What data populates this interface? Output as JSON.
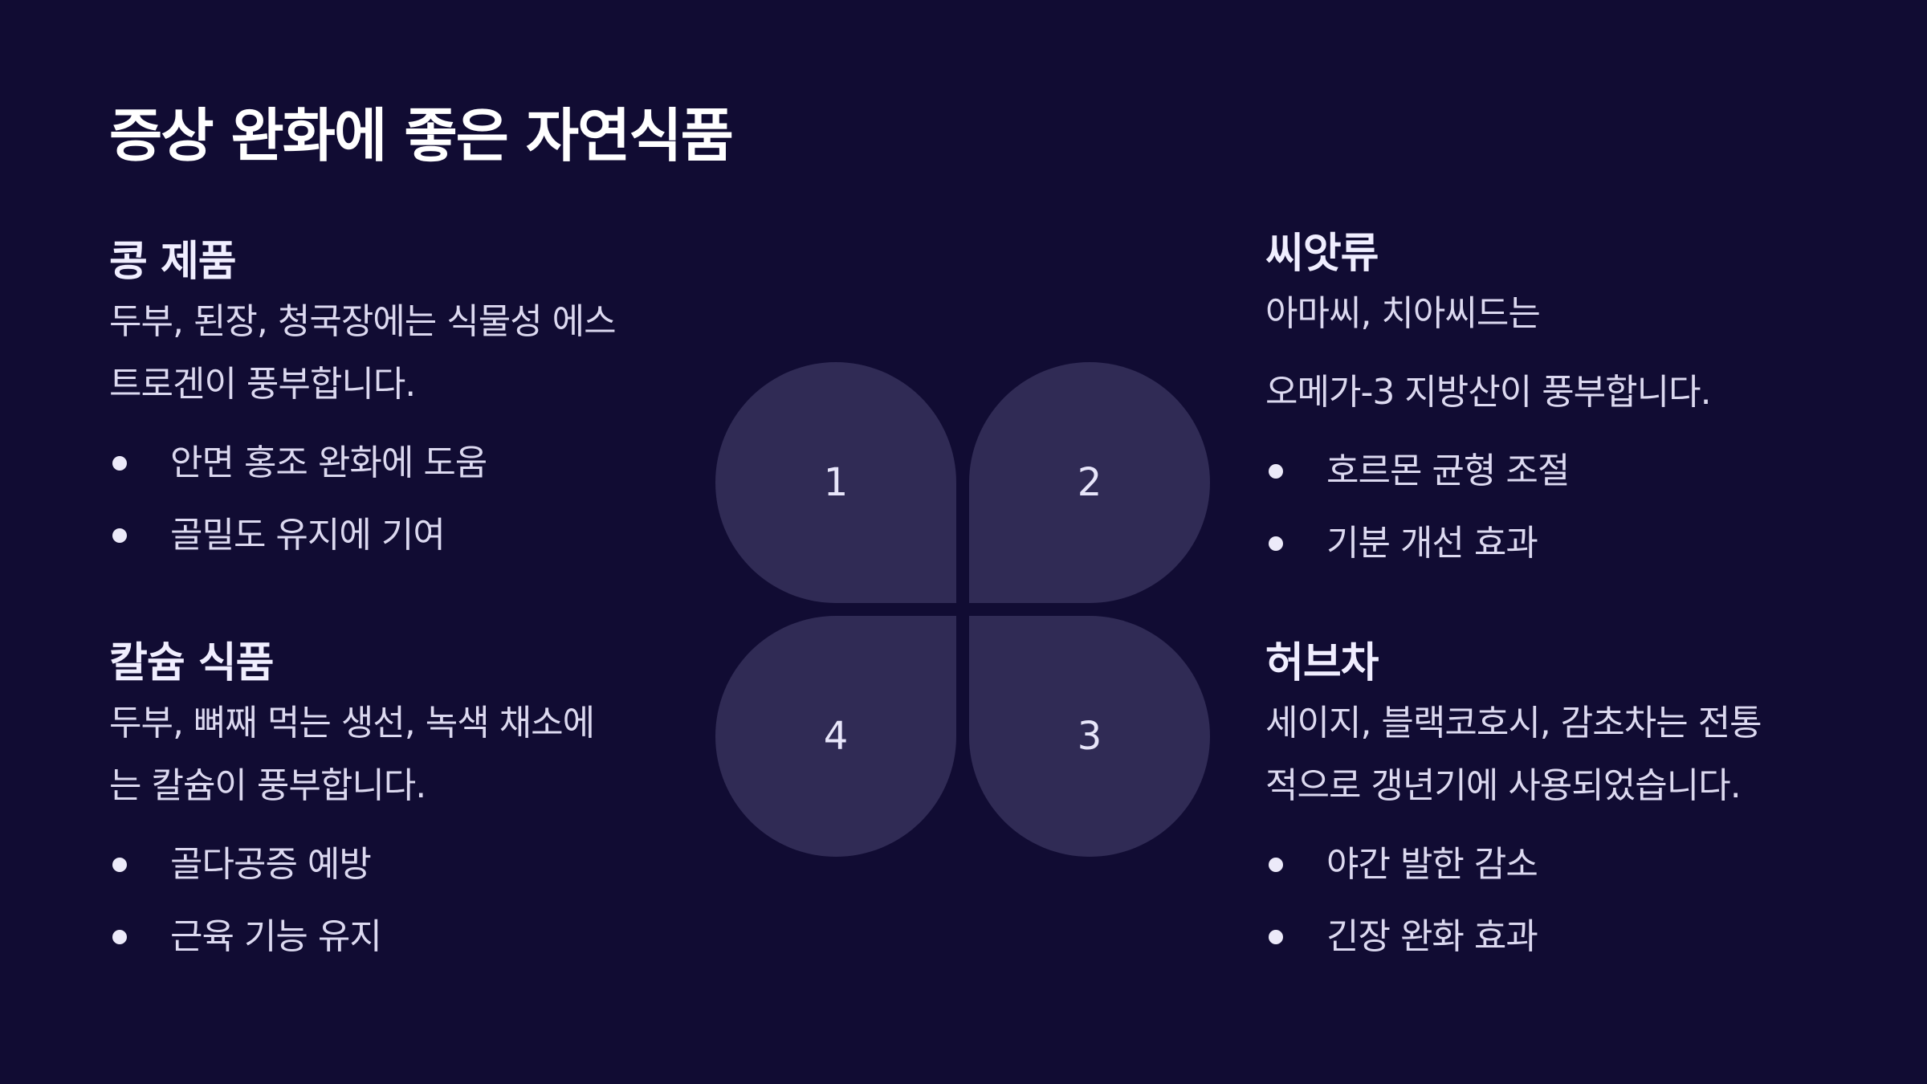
{
  "title": "증상 완화에 좋은 자연식품",
  "sections": {
    "soy": {
      "heading": "콩 제품",
      "desc": [
        "두부, 된장, 청국장에는 식물성 에스",
        "트로겐이 풍부합니다."
      ],
      "bullets": [
        "안면 홍조 완화에 도움",
        "골밀도 유지에 기여"
      ]
    },
    "calcium": {
      "heading": "칼슘 식품",
      "desc": [
        "두부, 뼈째 먹는 생선, 녹색 채소에",
        "는 칼슘이 풍부합니다."
      ],
      "bullets": [
        "골다공증 예방",
        "근육 기능 유지"
      ]
    },
    "seeds": {
      "heading": "씨앗류",
      "desc": [
        "아마씨, 치아씨드는",
        "오메가-3 지방산이 풍부합니다."
      ],
      "bullets": [
        "호르몬 균형 조절",
        "기분 개선 효과"
      ]
    },
    "herbal": {
      "heading": "허브차",
      "desc": [
        "세이지, 블랙코호시, 감초차는 전통",
        "적으로 갱년기에 사용되었습니다."
      ],
      "bullets": [
        "야간 발한 감소",
        "긴장 완화 효과"
      ]
    }
  },
  "petals": [
    "1",
    "2",
    "3",
    "4"
  ],
  "colors": {
    "background": "#110c33",
    "petal": "#302b55",
    "text": "#dcd9f0",
    "heading": "#ffffff"
  }
}
